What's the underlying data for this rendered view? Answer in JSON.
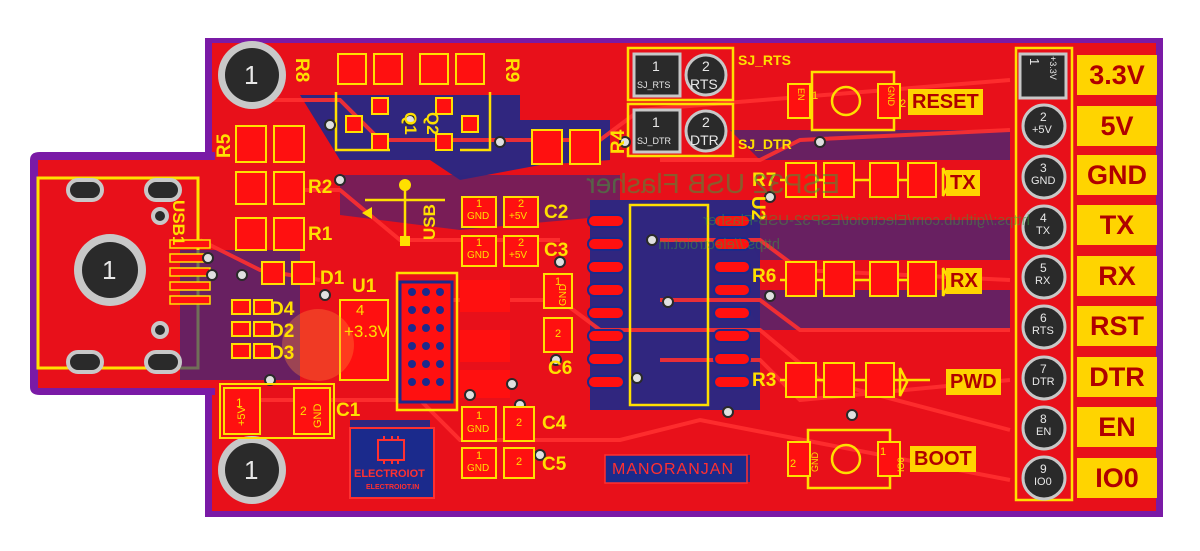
{
  "board": {
    "colors": {
      "board": "#e8101a",
      "outline": "#7a1aa6",
      "silk": "#ffe000",
      "label_bg": "#ffd400",
      "label_text": "#b00000",
      "bottom_copper": "#1b2a8c",
      "pad": "#ff1010",
      "hole": "#2a2a2a"
    }
  },
  "mount_holes": [
    "1",
    "1",
    "1"
  ],
  "usb": {
    "designator": "USB1",
    "hole_label": "1",
    "arrow_text": "USB"
  },
  "designators": {
    "r8": "R8",
    "r9": "R9",
    "q1": "Q1",
    "q2": "Q2",
    "r5": "R5",
    "r2": "R2",
    "r1": "R1",
    "r4": "R4",
    "c2": "C2",
    "c3": "C3",
    "c4": "C4",
    "c5": "C5",
    "c6": "C6",
    "c1": "C1",
    "d1": "D1",
    "d2": "D2",
    "d3": "D3",
    "d4": "D4",
    "u1": "U1",
    "u2": "U2",
    "r7": "R7",
    "r6": "R6",
    "r3": "R3"
  },
  "u1_pad": {
    "num": "4",
    "val": "+3.3V"
  },
  "pad_labels": {
    "c2": [
      {
        "n": "1",
        "t": "GND"
      },
      {
        "n": "2",
        "t": "+5V"
      }
    ],
    "c3": [
      {
        "n": "1",
        "t": "GND"
      },
      {
        "n": "2",
        "t": "+5V"
      }
    ],
    "c4": [
      {
        "n": "1",
        "t": "GND"
      },
      {
        "n": "2",
        "t": ""
      }
    ],
    "c5": [
      {
        "n": "1",
        "t": "GND"
      },
      {
        "n": "2",
        "t": ""
      }
    ],
    "c6": [
      {
        "n": "1",
        "t": "GND"
      },
      {
        "n": "2",
        "t": ""
      }
    ],
    "c1": [
      {
        "n": "1",
        "t": "+5V"
      },
      {
        "n": "2",
        "t": "GND"
      }
    ]
  },
  "solder_jumpers": {
    "rts": {
      "label": "SJ_RTS",
      "p1": "1",
      "p1sub": "SJ_RTS",
      "p2": "2",
      "p2sub": "RTS"
    },
    "dtr": {
      "label": "SJ_DTR",
      "p1": "1",
      "p1sub": "SJ_DTR",
      "p2": "2",
      "p2sub": "DTR"
    }
  },
  "buttons": {
    "reset": {
      "label": "RESET",
      "p1": "1",
      "p1sub": "EN",
      "p2": "2",
      "p2sub": "GND"
    },
    "boot": {
      "label": "BOOT",
      "p1": "1",
      "p1sub": "IO0",
      "p2": "2",
      "p2sub": "GND"
    }
  },
  "leds": {
    "tx": "TX",
    "rx": "RX",
    "pwd": "PWD"
  },
  "header_pins": [
    {
      "num": "1",
      "net": "+3.3V",
      "label": "3.3V"
    },
    {
      "num": "2",
      "net": "+5V",
      "label": "5V"
    },
    {
      "num": "3",
      "net": "GND",
      "label": "GND"
    },
    {
      "num": "4",
      "net": "TX",
      "label": "TX"
    },
    {
      "num": "5",
      "net": "RX",
      "label": "RX"
    },
    {
      "num": "6",
      "net": "RTS",
      "label": "RST"
    },
    {
      "num": "7",
      "net": "DTR",
      "label": "DTR"
    },
    {
      "num": "8",
      "net": "EN",
      "label": "EN"
    },
    {
      "num": "9",
      "net": "IO0",
      "label": "IO0"
    }
  ],
  "logo": {
    "name": "ELECTROIOT",
    "url": "ELECTROIOT.IN"
  },
  "author": "MANORANJAN",
  "ghost_text": {
    "title": "ESP32 USB Flasher",
    "url": "https://github.com/Electroiot/ESP32-USB-Flasher",
    "url2": "https://electroiot.in"
  }
}
